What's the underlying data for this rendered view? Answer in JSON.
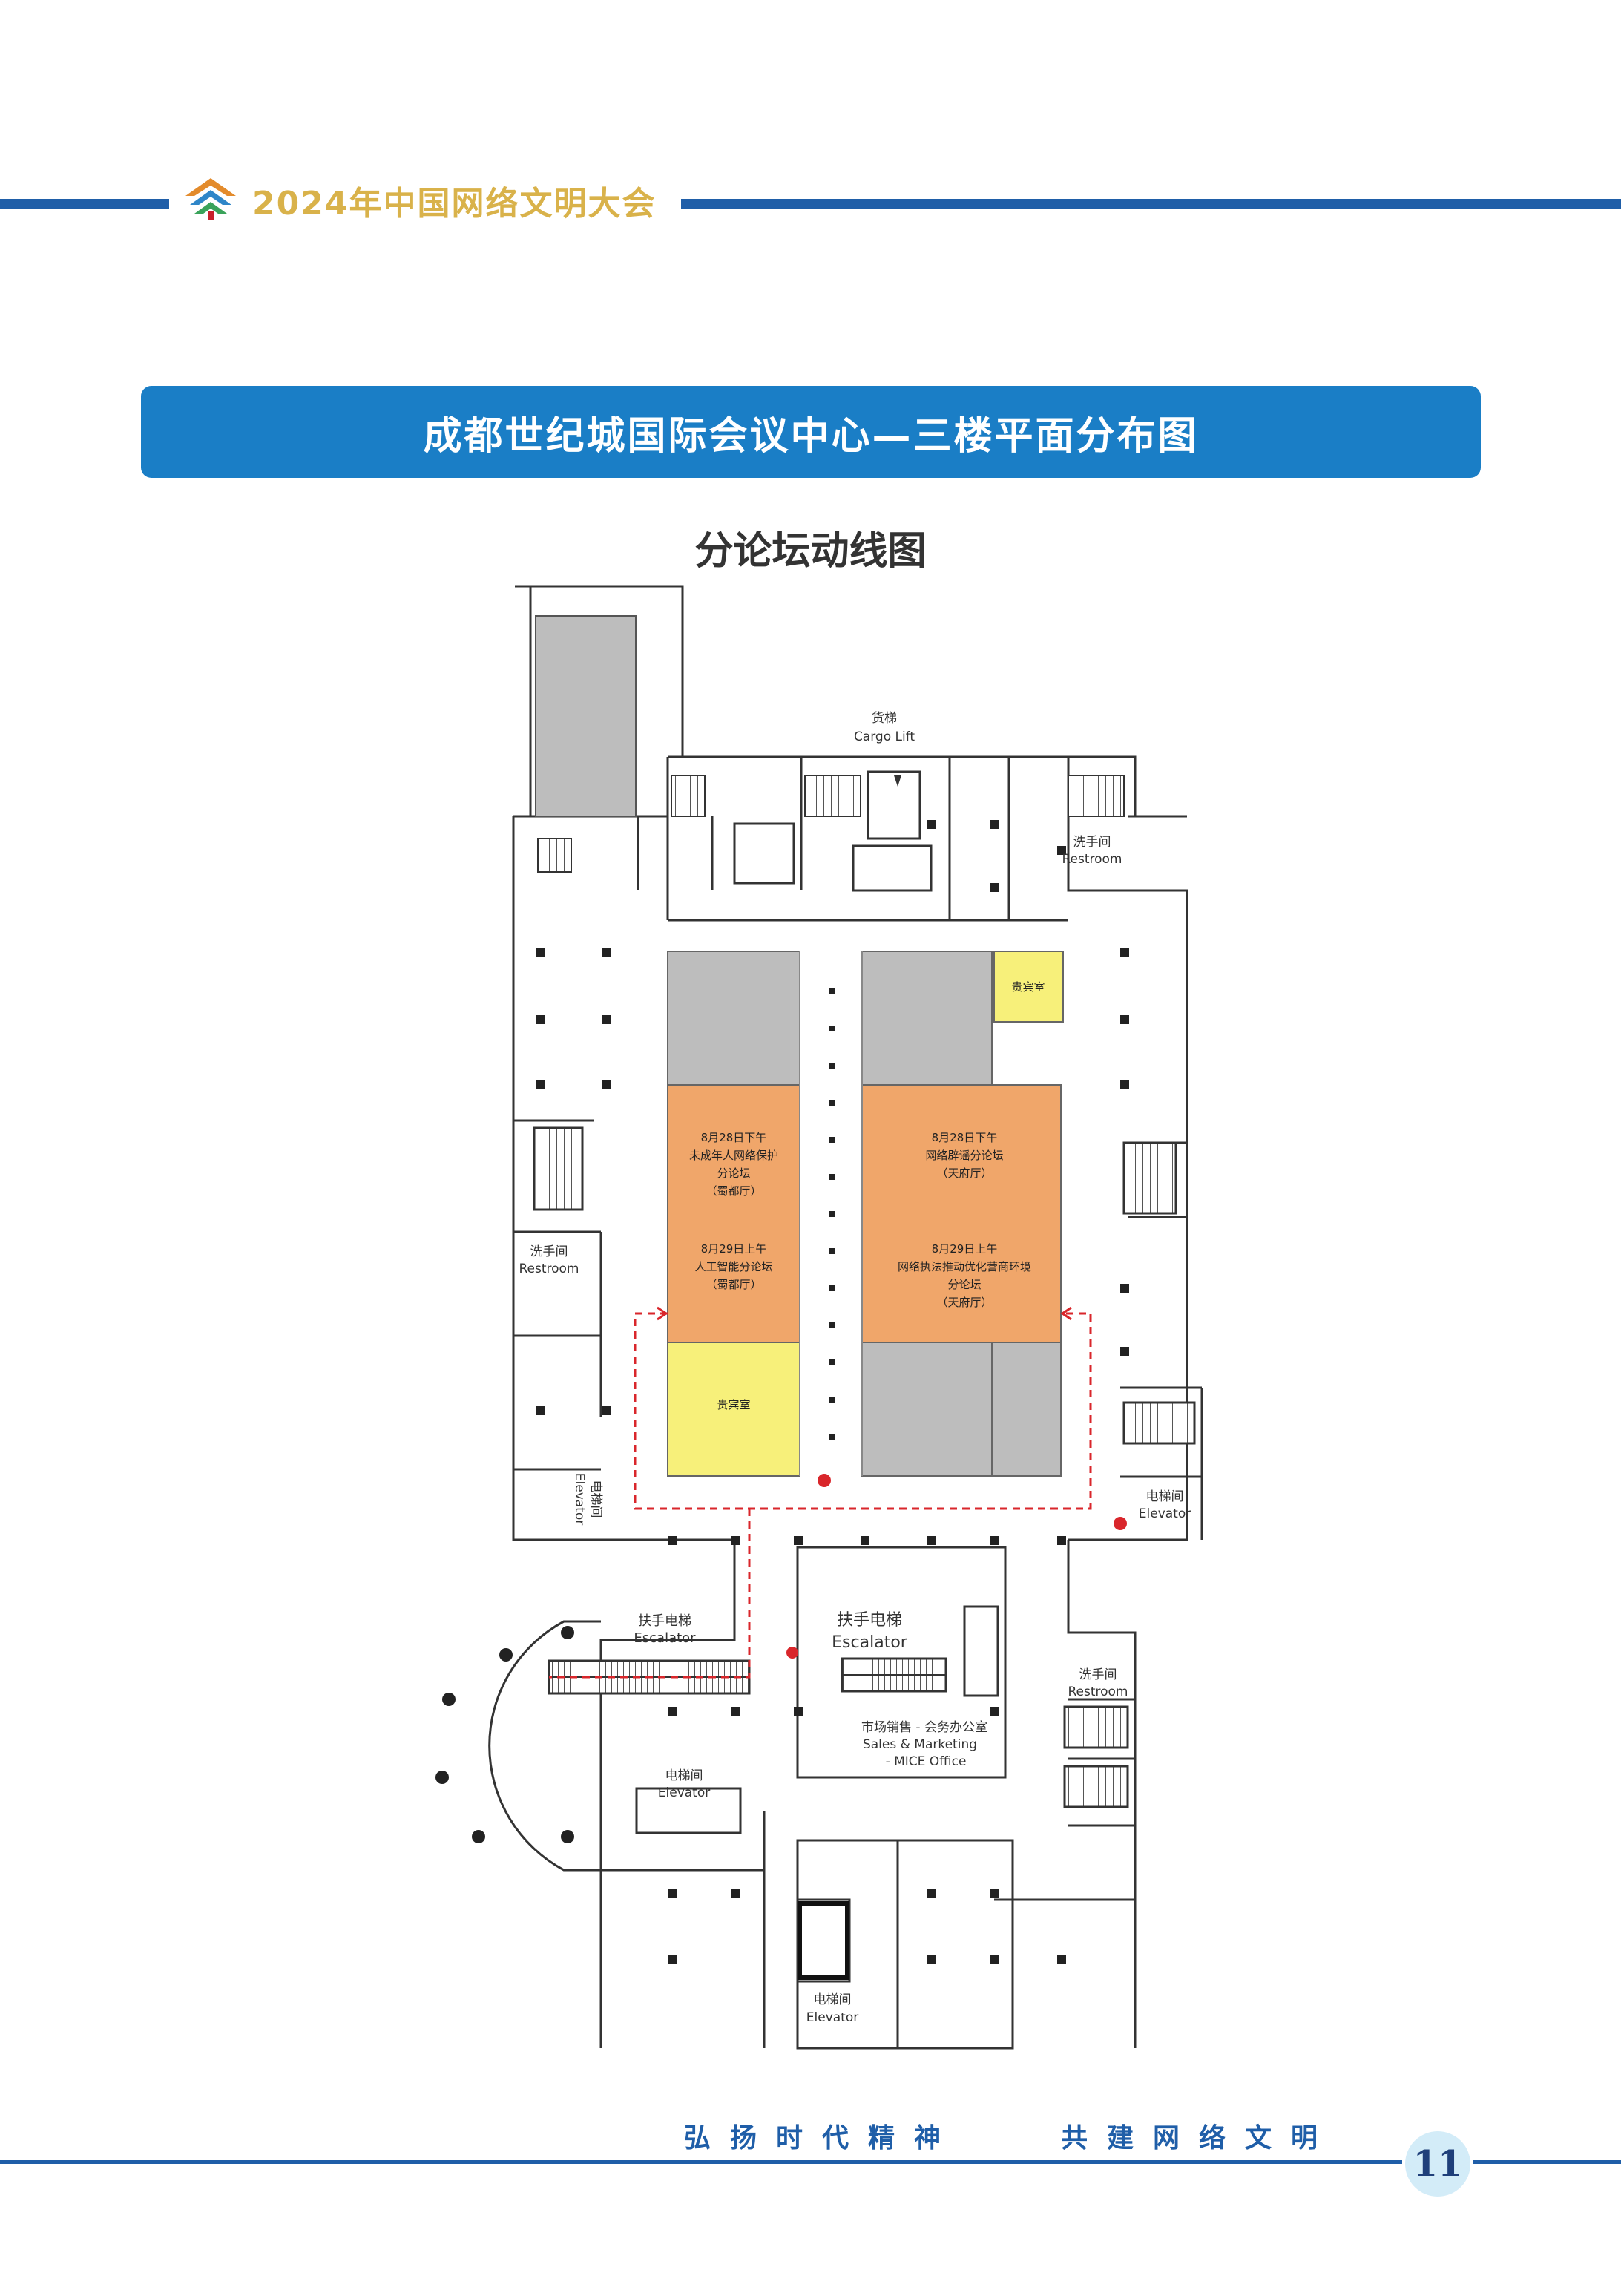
{
  "header": {
    "title": "2024年中国网络文明大会",
    "brand_color": "#1f5ea8",
    "logo_icon": "conference-logo-icon"
  },
  "banner": {
    "title": "成都世纪城国际会议中心—三楼平面分布图",
    "color": "#1a7ec6"
  },
  "subtitle": "分论坛动线图",
  "floor_plan": {
    "cargo_lift": {
      "zh": "货梯",
      "en": "Cargo Lift"
    },
    "restroom_top_right": {
      "zh": "洗手间",
      "en": "Restroom"
    },
    "vip_room_top": "贵宾室",
    "hall_left": {
      "session1": [
        "8月28日下午",
        "未成年人网络保护",
        "分论坛",
        "（蜀都厅）"
      ],
      "session2": [
        "8月29日上午",
        "人工智能分论坛",
        "（蜀都厅）"
      ]
    },
    "hall_right": {
      "session1": [
        "8月28日下午",
        "网络辟谣分论坛",
        "（天府厅）"
      ],
      "session2": [
        "8月29日上午",
        "网络执法推动优化营商环境",
        "分论坛",
        "（天府厅）"
      ]
    },
    "restroom_left": {
      "zh": "洗手间",
      "en": "Restroom"
    },
    "vip_room_bottom": "贵宾室",
    "elevator_left": {
      "zh": "电梯间",
      "en": "Elevator"
    },
    "elevator_right": {
      "zh": "电梯间",
      "en": "Elevator"
    },
    "escalator_left": {
      "zh": "扶手电梯",
      "en": "Escalator"
    },
    "escalator_center": {
      "zh": "扶手电梯",
      "en": "Escalator"
    },
    "office": {
      "zh": "市场销售 - 会务办公室",
      "en1": "Sales & Marketing",
      "en2": "- MICE Office"
    },
    "elevator_lower_left": {
      "zh": "电梯间",
      "en": "Elevator"
    },
    "restroom_lower_right": {
      "zh": "洗手间",
      "en": "Restroom"
    },
    "elevator_bottom": {
      "zh": "电梯间",
      "en": "Elevator"
    },
    "colors": {
      "forum_hall": "#f0a66a",
      "vip_room": "#f7f07a",
      "inactive_hall": "#bdbdbd",
      "route_line": "#d9262b"
    }
  },
  "footer": {
    "slogan_left": "弘扬时代精神",
    "slogan_right": "共建网络文明",
    "page_number": "11"
  }
}
